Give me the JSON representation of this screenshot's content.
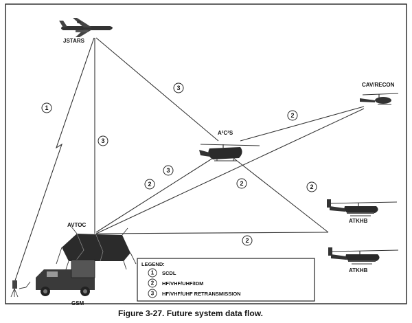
{
  "nodes": {
    "jstars": "JSTARS",
    "cav_recon": "CAV/RECON",
    "a2c2s": "A²C²S",
    "avtoc": "AVTOC",
    "atkhb_top": "ATKHB",
    "atkhb_bottom": "ATKHB",
    "gsm": "GSM"
  },
  "link_numbers": {
    "jstars_gsm": "1",
    "jstars_avtoc": "3",
    "jstars_a2c2s": "3",
    "avtoc_a2c2s_upper": "3",
    "avtoc_a2c2s_lower": "2",
    "a2c2s_cav": "2",
    "avtoc_atkhb_mid": "2",
    "a2c2s_atkhb": "2",
    "avtoc_atkhb_bottom": "2"
  },
  "legend": {
    "title": "LEGEND:",
    "items": [
      {
        "num": "1",
        "text": "SCDL"
      },
      {
        "num": "2",
        "text": "HF/VHF/UHF/IDM"
      },
      {
        "num": "3",
        "text": "HF/VHF/UHF RETRANSMISSION"
      }
    ]
  },
  "caption": "Figure 3-27.  Future system data flow."
}
